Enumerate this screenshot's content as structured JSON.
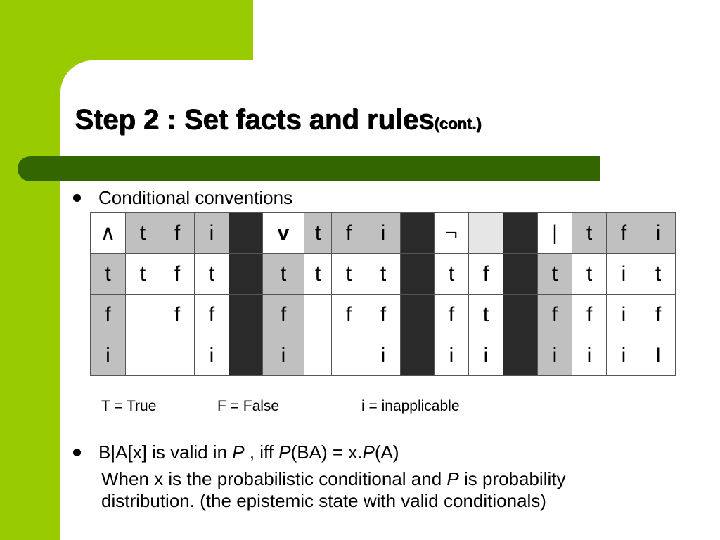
{
  "slide": {
    "title_main": "Step 2 : Set facts and rules",
    "title_small": "(cont.)",
    "bullet1": "Conditional conventions",
    "legend": [
      "T = True",
      "F = False",
      "i = inapplicable"
    ],
    "bullet2": {
      "p1": "B|A[x] is valid in ",
      "P1": "P",
      "p2": " , iff ",
      "P2": "P",
      "p3": "(BA) = x.",
      "P3": "P",
      "p4": "(A)"
    },
    "sub": {
      "s1": "When x is the probabilistic conditional and ",
      "P": "P",
      "s2": " is probability",
      "line2": "distribution. (the epistemic state with valid conditionals)"
    }
  },
  "table": {
    "rows": [
      [
        "∧",
        "t",
        "f",
        "i",
        "",
        "v",
        "t",
        "f",
        "i",
        "",
        "¬",
        "",
        "",
        "|",
        "t",
        "f",
        "i"
      ],
      [
        "t",
        "t",
        "f",
        "t",
        "",
        "t",
        "t",
        "t",
        "t",
        "",
        "t",
        "f",
        "",
        "t",
        "t",
        "i",
        "t"
      ],
      [
        "f",
        "",
        "f",
        "f",
        "",
        "f",
        "",
        "f",
        "f",
        "",
        "f",
        "t",
        "",
        "f",
        "f",
        "i",
        "f"
      ],
      [
        "i",
        "",
        "",
        "i",
        "",
        "i",
        "",
        "",
        "i",
        "",
        "i",
        "i",
        "",
        "i",
        "i",
        "i",
        "I"
      ]
    ]
  },
  "colors": {
    "green": "#99cc00",
    "dark_green": "#336600"
  }
}
